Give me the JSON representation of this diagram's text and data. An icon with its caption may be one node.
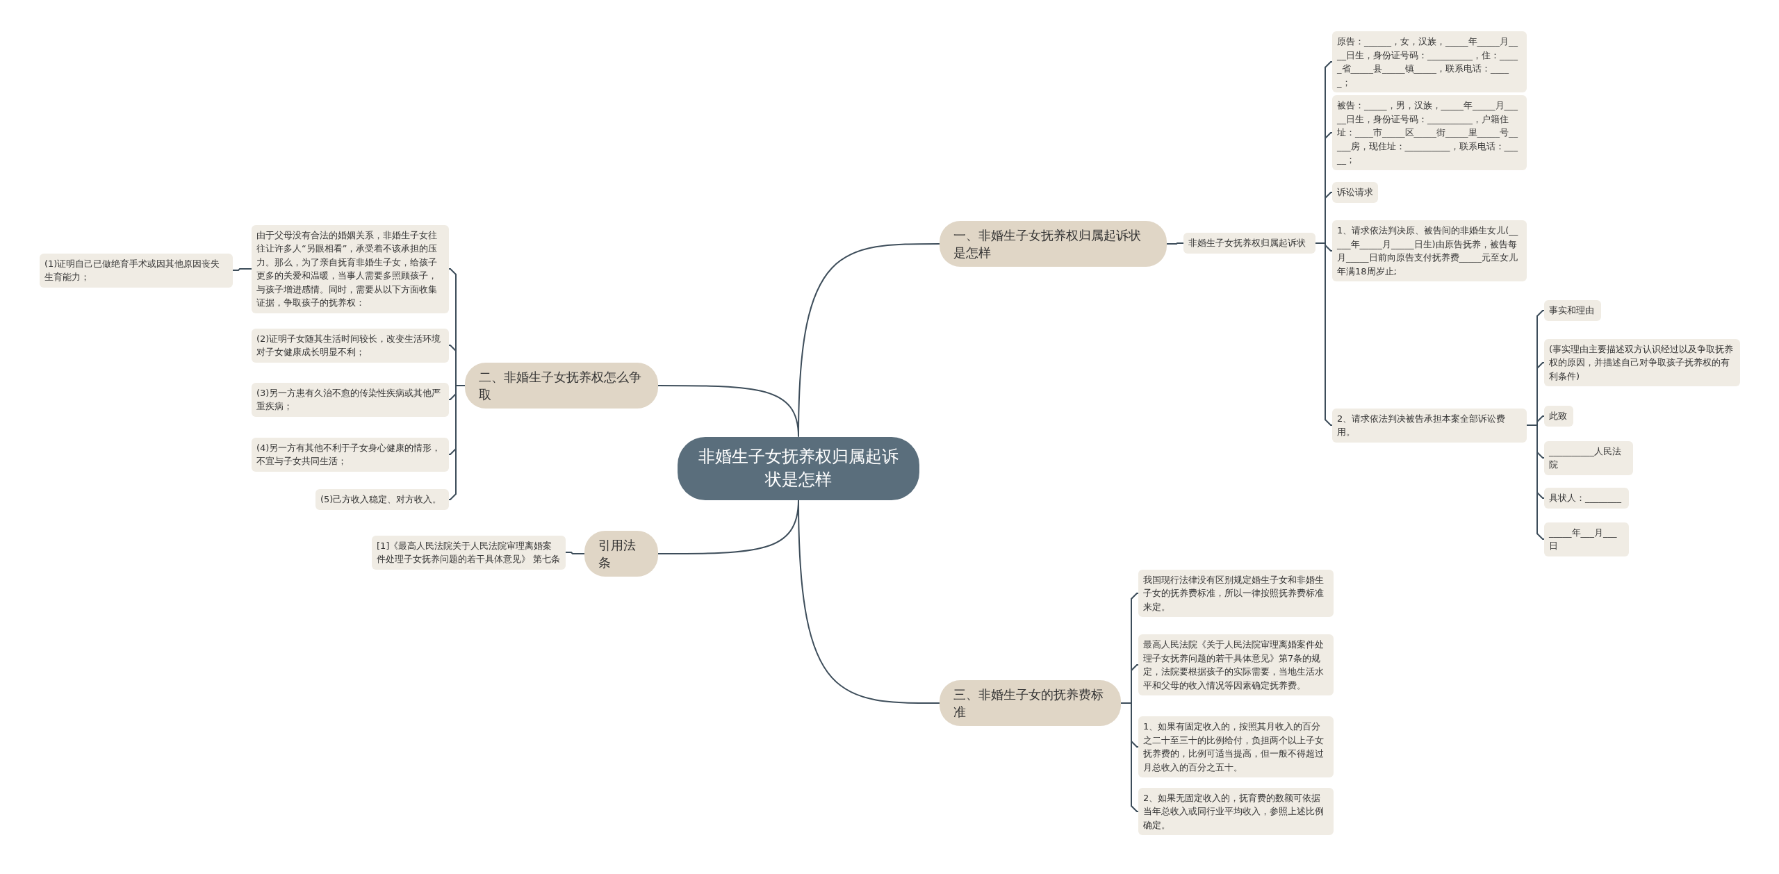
{
  "diagram": {
    "nodes": [
      {
        "text": [
          "非婚生子女抚养权归属起诉状是怎样"
        ]
      },
      {
        "text": [
          "一、非婚生子女抚养权归属起诉状是怎样"
        ]
      },
      {
        "text": [
          "非婚生子女抚养权归属起诉状"
        ]
      },
      {
        "text": [
          "原告：______，女，汉族，_____年_____月____日生，身份证号码：__________，住：_____省_____县_____镇_____，联系电话：_____；"
        ]
      },
      {
        "text": [
          "被告：_____，男，汉族，_____年_____月_____日生，身份证号码：__________，户籍住址：____市_____区_____街_____里_____号_____房，现住址：__________，联系电话：_____；"
        ]
      },
      {
        "text": [
          "诉讼请求"
        ]
      },
      {
        "text": [
          "1、请求依法判决原、被告间的非婚生女儿(_____年_____月_____日生)由原告抚养，被告每月_____日前向原告支付抚养费_____元至女儿年满18周岁止;"
        ]
      },
      {
        "text": [
          "2、请求依法判决被告承担本案全部诉讼费用。"
        ]
      },
      {
        "text": [
          "事实和理由"
        ]
      },
      {
        "text": [
          "(事实理由主要描述双方认识经过以及争取抚养权的原因，并描述自己对争取孩子抚养权的有利条件)"
        ]
      },
      {
        "text": [
          "此致"
        ]
      },
      {
        "text": [
          "__________人民法院"
        ]
      },
      {
        "text": [
          "具状人：________"
        ]
      },
      {
        "text": [
          "_____年___月___日"
        ]
      },
      {
        "text": [
          "二、非婚生子女抚养权怎么争取"
        ]
      },
      {
        "text": [
          "由于父母没有合法的婚姻关系，非婚生子女往往让许多人“另眼相看”，承受着不该承担的压力。那么，为了亲自抚育非婚生子女，给孩子更多的关爱和温暖，当事人需要多照顾孩子，与孩子增进感情。同时，需要从以下方面收集证据，争取孩子的抚养权："
        ]
      },
      {
        "text": [
          "(1)证明自己已做绝育手术或因其他原因丧失生育能力；"
        ]
      },
      {
        "text": [
          "(2)证明子女随其生活时间较长，改变生活环境对子女健康成长明显不利；"
        ]
      },
      {
        "text": [
          "(3)另一方患有久治不愈的传染性疾病或其他严重疾病；"
        ]
      },
      {
        "text": [
          "(4)另一方有其他不利于子女身心健康的情形，不宜与子女共同生活；"
        ]
      },
      {
        "text": [
          "(5)己方收入稳定、对方收入。"
        ]
      },
      {
        "text": [
          "引用法条"
        ]
      },
      {
        "text": [
          "[1]《最高人民法院关于人民法院审理离婚案件处理子女抚养问题的若干具体意见》 第七条"
        ]
      },
      {
        "text": [
          "三、非婚生子女的抚养费标准"
        ]
      },
      {
        "text": [
          "我国现行法律没有区别规定婚生子女和非婚生子女的抚养费标准，所以一律按照抚养费标准来定。"
        ]
      },
      {
        "text": [
          "最高人民法院《关于人民法院审理离婚案件处理子女抚养问题的若干具体意见》第7条的规定，法院要根据孩子的实际需要，当地生活水平和父母的收入情况等因素确定抚养费。"
        ]
      },
      {
        "text": [
          "1、如果有固定收入的，按照其月收入的百分之二十至三十的比例给付，负担两个以上子女抚养费的，比例可适当提高，但一般不得超过月总收入的百分之五十。"
        ]
      },
      {
        "text": [
          "2、如果无固定收入的，抚育费的数额可依据当年总收入或同行业平均收入，参照上述比例确定。"
        ]
      }
    ],
    "edges": [
      {
        "from": 0,
        "to": 1,
        "arrow": "none"
      },
      {
        "from": 1,
        "to": 2,
        "arrow": "none"
      },
      {
        "from": 2,
        "to": 3,
        "arrow": "none"
      },
      {
        "from": 2,
        "to": 4,
        "arrow": "none"
      },
      {
        "from": 2,
        "to": 5,
        "arrow": "none"
      },
      {
        "from": 2,
        "to": 6,
        "arrow": "none"
      },
      {
        "from": 2,
        "to": 7,
        "arrow": "none"
      },
      {
        "from": 7,
        "to": 8,
        "arrow": "none"
      },
      {
        "from": 7,
        "to": 9,
        "arrow": "none"
      },
      {
        "from": 7,
        "to": 10,
        "arrow": "none"
      },
      {
        "from": 7,
        "to": 11,
        "arrow": "none"
      },
      {
        "from": 7,
        "to": 12,
        "arrow": "none"
      },
      {
        "from": 7,
        "to": 13,
        "arrow": "none"
      },
      {
        "from": 0,
        "to": 14,
        "arrow": "none"
      },
      {
        "from": 14,
        "to": 15,
        "arrow": "none"
      },
      {
        "from": 15,
        "to": 16,
        "arrow": "none"
      },
      {
        "from": 14,
        "to": 17,
        "arrow": "none"
      },
      {
        "from": 14,
        "to": 18,
        "arrow": "none"
      },
      {
        "from": 14,
        "to": 19,
        "arrow": "none"
      },
      {
        "from": 14,
        "to": 20,
        "arrow": "none"
      },
      {
        "from": 0,
        "to": 21,
        "arrow": "none"
      },
      {
        "from": 21,
        "to": 22,
        "arrow": "none"
      },
      {
        "from": 0,
        "to": 23,
        "arrow": "none"
      },
      {
        "from": 23,
        "to": 24,
        "arrow": "none"
      },
      {
        "from": 23,
        "to": 25,
        "arrow": "none"
      },
      {
        "from": 23,
        "to": 26,
        "arrow": "none"
      },
      {
        "from": 23,
        "to": 27,
        "arrow": "none"
      }
    ]
  }
}
